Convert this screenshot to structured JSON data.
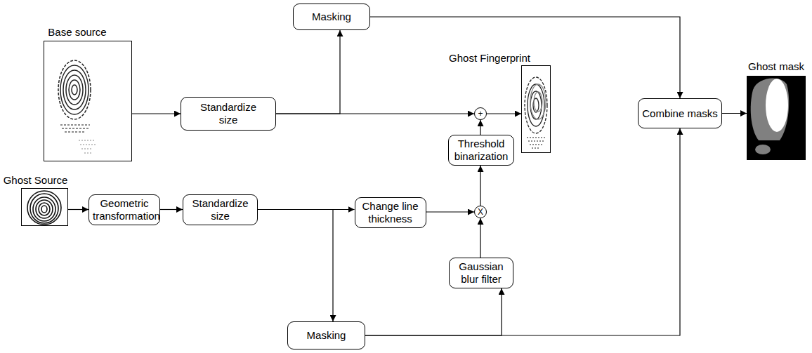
{
  "diagram": {
    "nodes": [
      {
        "text": [
          "Masking"
        ]
      },
      {
        "text": [
          "Base source"
        ]
      },
      {
        "text": [
          "Standardize size"
        ]
      },
      {
        "text": [
          "Ghost Fingerprint"
        ]
      },
      {
        "text": [
          "Ghost mask"
        ]
      },
      {
        "text": [
          "Combine masks"
        ]
      },
      {
        "text": [
          "+"
        ]
      },
      {
        "text": [
          "Threshold binarization"
        ]
      },
      {
        "text": [
          "Ghost Source"
        ]
      },
      {
        "text": [
          "Geometric transformation"
        ]
      },
      {
        "text": [
          "Standardize size"
        ]
      },
      {
        "text": [
          "Change line thickness"
        ]
      },
      {
        "text": [
          "X"
        ]
      },
      {
        "text": [
          "Gaussian blur filter"
        ]
      },
      {
        "text": [
          "Masking"
        ]
      }
    ],
    "edges": [
      {
        "from": 1,
        "to": 2,
        "arrow": "to"
      },
      {
        "from": 2,
        "to": 0,
        "arrow": "to"
      },
      {
        "from": 2,
        "to": 6,
        "arrow": "to"
      },
      {
        "from": 0,
        "to": 5,
        "arrow": "to"
      },
      {
        "from": 6,
        "to": 3,
        "arrow": "to"
      },
      {
        "from": 7,
        "to": 6,
        "arrow": "to"
      },
      {
        "from": 12,
        "to": 7,
        "arrow": "to"
      },
      {
        "from": 8,
        "to": 9,
        "arrow": "to"
      },
      {
        "from": 9,
        "to": 10,
        "arrow": "to"
      },
      {
        "from": 10,
        "to": 11,
        "arrow": "to"
      },
      {
        "from": 10,
        "to": 14,
        "arrow": "to"
      },
      {
        "from": 11,
        "to": 12,
        "arrow": "to"
      },
      {
        "from": 13,
        "to": 12,
        "arrow": "to"
      },
      {
        "from": 14,
        "to": 13,
        "arrow": "to"
      },
      {
        "from": 14,
        "to": 5,
        "arrow": "to"
      },
      {
        "from": 5,
        "to": 4,
        "arrow": "to"
      }
    ]
  }
}
